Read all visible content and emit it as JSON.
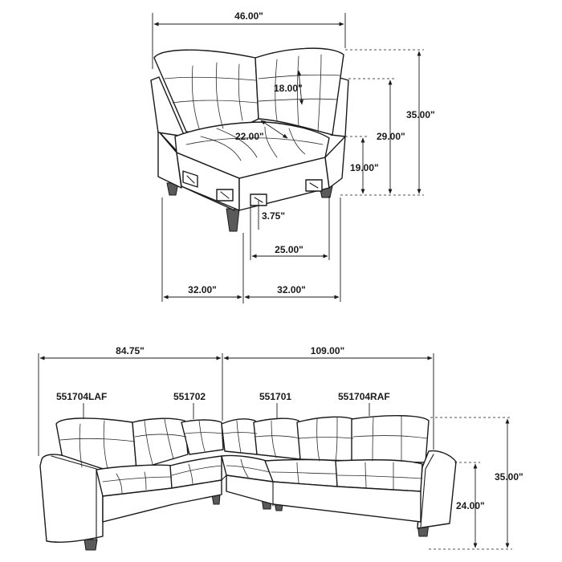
{
  "corner_view": {
    "width": "46.00\"",
    "back_height": "35.00\"",
    "arm_height": "29.00\"",
    "seat_height": "19.00\"",
    "back_depth": "18.00\"",
    "seat_depth": "22.00\"",
    "leg_height": "3.75\"",
    "leg_span": "25.00\"",
    "side_left": "32.00\"",
    "side_right": "32.00\""
  },
  "sectional_view": {
    "left_width": "84.75\"",
    "right_width": "109.00\"",
    "back_height": "35.00\"",
    "arm_height": "24.00\"",
    "parts": {
      "laf": "551704LAF",
      "wedge": "551702",
      "armless": "551701",
      "raf": "551704RAF"
    }
  }
}
